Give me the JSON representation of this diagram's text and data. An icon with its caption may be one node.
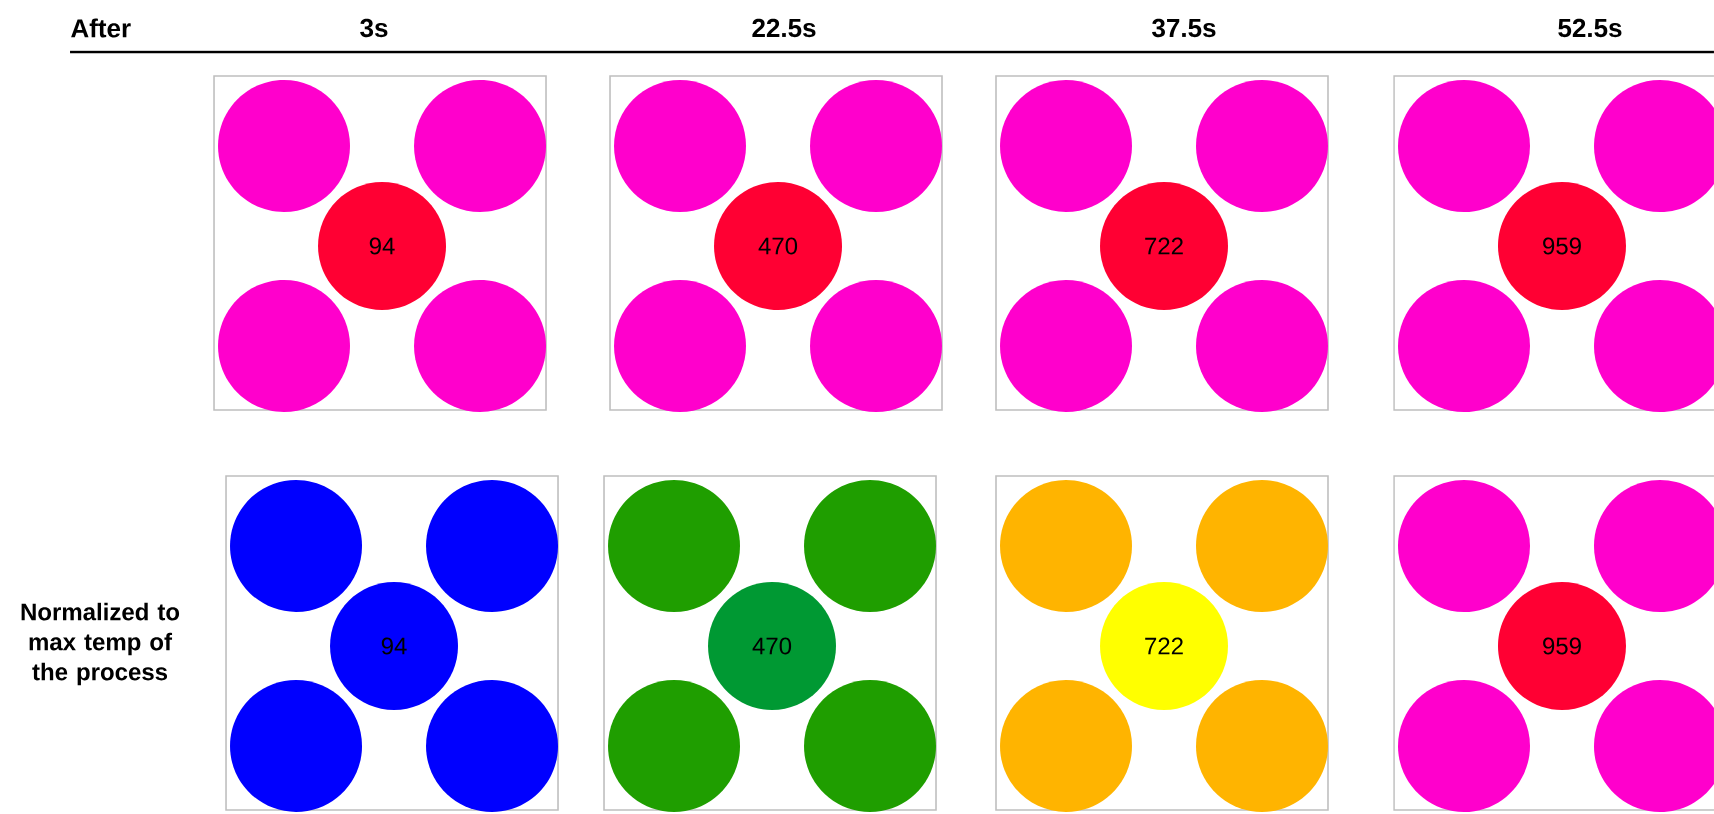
{
  "diagram": {
    "nodes": [
      {
        "text": [],
        "shape": "box"
      },
      {
        "text": [],
        "shape": "circle",
        "in": 0
      },
      {
        "text": [],
        "shape": "circle",
        "in": 0
      },
      {
        "text": [
          "94"
        ],
        "in": 0
      },
      {
        "text": [],
        "shape": "circle",
        "in": 0
      },
      {
        "text": [],
        "shape": "circle",
        "in": 0
      },
      {
        "text": [],
        "shape": "box"
      },
      {
        "text": [],
        "shape": "circle",
        "in": 6
      },
      {
        "text": [],
        "shape": "circle",
        "in": 6
      },
      {
        "text": [
          "470"
        ],
        "in": 6
      },
      {
        "text": [],
        "shape": "circle",
        "in": 6
      },
      {
        "text": [],
        "shape": "circle",
        "in": 6
      },
      {
        "text": [],
        "shape": "box"
      },
      {
        "text": [],
        "shape": "circle",
        "in": 12
      },
      {
        "text": [],
        "shape": "circle",
        "in": 12
      },
      {
        "text": [
          "722"
        ],
        "in": 12
      },
      {
        "text": [],
        "shape": "circle",
        "in": 12
      },
      {
        "text": [],
        "shape": "circle",
        "in": 12
      },
      {
        "text": [],
        "shape": "box"
      },
      {
        "text": [],
        "shape": "circle",
        "in": 18
      },
      {
        "text": [],
        "shape": "circle",
        "in": 18
      },
      {
        "text": [
          "959"
        ],
        "in": 18
      },
      {
        "text": [],
        "shape": "circle",
        "in": 18
      },
      {
        "text": [],
        "shape": "circle",
        "in": 18
      },
      {
        "text": [],
        "shape": "box"
      },
      {
        "text": [],
        "shape": "circle",
        "in": 24
      },
      {
        "text": [],
        "shape": "circle",
        "in": 24
      },
      {
        "text": [
          "94"
        ],
        "in": 24
      },
      {
        "text": [],
        "shape": "circle",
        "in": 24
      },
      {
        "text": [],
        "shape": "circle",
        "in": 24
      },
      {
        "text": [],
        "shape": "box"
      },
      {
        "text": [],
        "shape": "circle",
        "in": 30
      },
      {
        "text": [],
        "shape": "circle",
        "in": 30
      },
      {
        "text": [
          "470"
        ],
        "in": 30
      },
      {
        "text": [],
        "shape": "circle",
        "in": 30
      },
      {
        "text": [],
        "shape": "circle",
        "in": 30
      },
      {
        "text": [],
        "shape": "box"
      },
      {
        "text": [],
        "shape": "circle",
        "in": 36
      },
      {
        "text": [],
        "shape": "circle",
        "in": 36
      },
      {
        "text": [
          "722"
        ],
        "in": 36
      },
      {
        "text": [],
        "shape": "circle",
        "in": 36
      },
      {
        "text": [],
        "shape": "circle",
        "in": 36
      },
      {
        "text": [],
        "shape": "box"
      },
      {
        "text": [],
        "shape": "circle",
        "in": 42
      },
      {
        "text": [],
        "shape": "circle",
        "in": 42
      },
      {
        "text": [
          "959"
        ],
        "in": 42
      },
      {
        "text": [],
        "shape": "circle",
        "in": 42
      },
      {
        "text": [],
        "shape": "circle",
        "in": 42
      }
    ],
    "labels": [
      "After",
      "3s",
      "22.5s",
      "37.5s",
      "52.5s",
      "Normalized to max temp of the process"
    ]
  }
}
